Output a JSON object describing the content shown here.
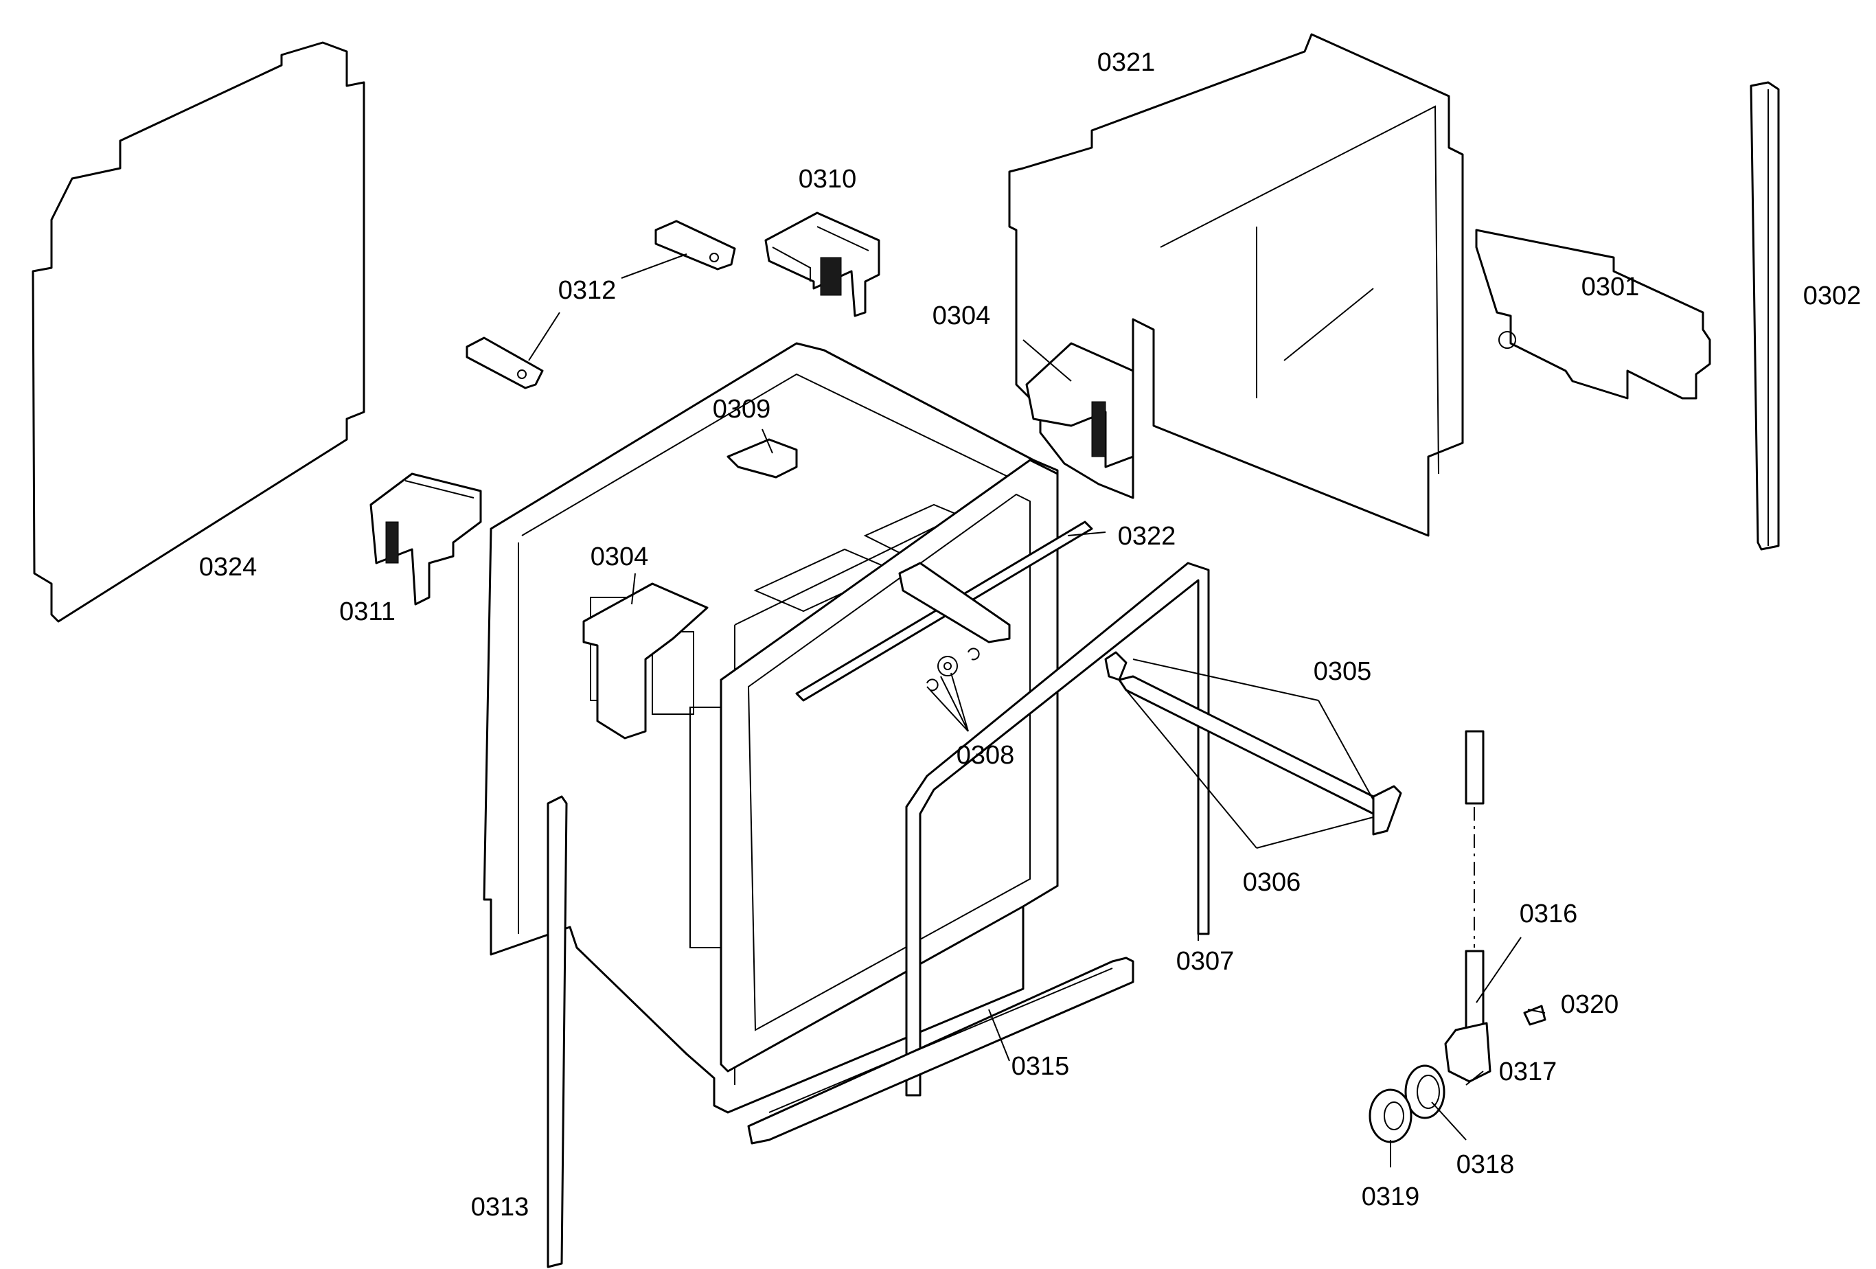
{
  "diagram": {
    "labels": {
      "p0301": "0301",
      "p0302": "0302",
      "p0304a": "0304",
      "p0304b": "0304",
      "p0305": "0305",
      "p0306": "0306",
      "p0307": "0307",
      "p0308": "0308",
      "p0309": "0309",
      "p0310": "0310",
      "p0311": "0311",
      "p0312": "0312",
      "p0313": "0313",
      "p0315": "0315",
      "p0316": "0316",
      "p0317": "0317",
      "p0318": "0318",
      "p0319": "0319",
      "p0320": "0320",
      "p0321": "0321",
      "p0322": "0322",
      "p0324": "0324"
    }
  }
}
